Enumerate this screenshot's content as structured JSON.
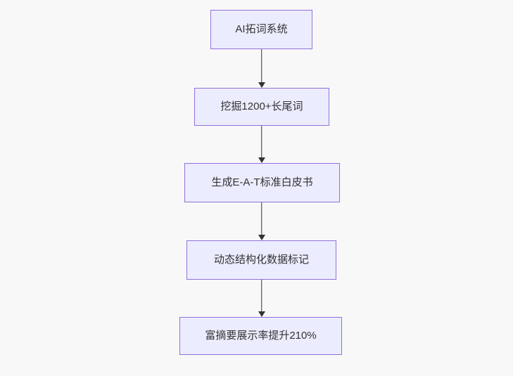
{
  "diagram": {
    "type": "flowchart",
    "direction": "top-down",
    "nodes": [
      {
        "id": "n1",
        "label": "AI拓词系统"
      },
      {
        "id": "n2",
        "label": "挖掘1200+长尾词"
      },
      {
        "id": "n3",
        "label": "生成E-A-T标准白皮书"
      },
      {
        "id": "n4",
        "label": "动态结构化数据标记"
      },
      {
        "id": "n5",
        "label": "富摘要展示率提升210%"
      }
    ],
    "edges": [
      {
        "from": "n1",
        "to": "n2",
        "style": "arrow-down"
      },
      {
        "from": "n2",
        "to": "n3",
        "style": "arrow-down"
      },
      {
        "from": "n3",
        "to": "n4",
        "style": "arrow-down"
      },
      {
        "from": "n4",
        "to": "n5",
        "style": "arrow-down"
      }
    ]
  },
  "colors": {
    "background": "#f8f8f8",
    "node_fill": "#ececff",
    "node_border": "#9370db",
    "text": "#333333",
    "arrow": "#333333"
  }
}
